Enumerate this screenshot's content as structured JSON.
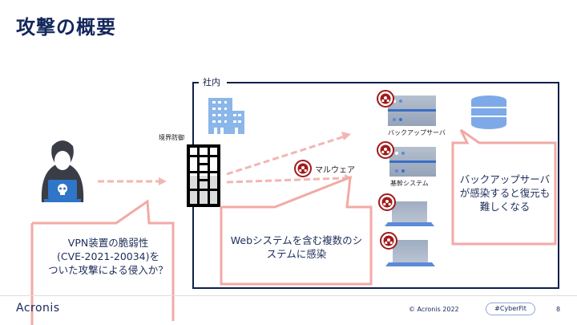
{
  "slide": {
    "title": "攻撃の概要",
    "perimeter_label": "社内",
    "firewall_label": "境界防御",
    "malware_label": "マルウェア",
    "servers": [
      {
        "label": "バックアップサーバ",
        "infected": true
      },
      {
        "label": "基幹システム",
        "infected": true
      }
    ],
    "laptops": [
      {
        "label": "",
        "infected": true
      },
      {
        "label": "",
        "infected": true
      }
    ],
    "callouts": {
      "attacker": [
        "VPN装置の脆弱性",
        "(CVE-2021-20034)を",
        "ついた攻撃による侵入か？"
      ],
      "web": [
        "Webシステムを含む複数のシ",
        "ステムに感染"
      ],
      "backup": [
        "バックアップサーバ",
        "が感染すると復元も",
        "難しくなる"
      ]
    },
    "colors": {
      "title": "#13275a",
      "callout_border": "#f2aaa6",
      "arrow": "#f2b6b2",
      "biohazard": "#a11a1a",
      "building": "#8ab6ea",
      "server": "#a3b1c6"
    }
  },
  "footer": {
    "logo": "Acronis",
    "copyright": "© Acronis 2022",
    "hashtag": "#CyberFit",
    "page_number": "8"
  }
}
